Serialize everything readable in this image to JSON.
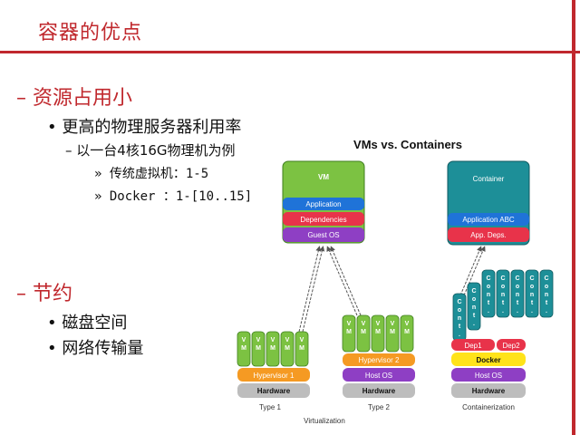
{
  "slide": {
    "title": "容器的优点",
    "bullets": [
      {
        "mark": "–",
        "text": "资源占用小"
      },
      {
        "mark": "•",
        "text": "更高的物理服务器利用率"
      },
      {
        "mark": "–",
        "text": "以一台4核16G物理机为例"
      },
      {
        "mark": "»",
        "text": "传统虚拟机：1-5"
      },
      {
        "mark": "»",
        "text": "Docker ：1-[10..15]"
      },
      {
        "mark": "–",
        "text": "节约"
      },
      {
        "mark": "•",
        "text": "磁盘空间"
      },
      {
        "mark": "•",
        "text": "网络传输量"
      }
    ]
  },
  "diagram": {
    "title": "VMs vs. Containers",
    "vm": {
      "label": "VM",
      "layers": [
        "Application",
        "Dependencies",
        "Guest OS"
      ]
    },
    "container": {
      "label": "Container",
      "layers": [
        "Application ABC",
        "App. Deps."
      ]
    },
    "vm_cell_label": "V\nM",
    "cont_cell_label": "C\no\nn\nt\n.",
    "type1": {
      "hypervisor": "Hypervisor 1",
      "hardware": "Hardware",
      "caption": "Type 1"
    },
    "type2": {
      "hypervisor": "Hypervisor 2",
      "host_os": "Host OS",
      "hardware": "Hardware",
      "caption": "Type 2"
    },
    "containerization": {
      "dep1": "Dep1",
      "dep2": "Dep2",
      "docker": "Docker",
      "host_os": "Host OS",
      "hardware": "Hardware",
      "caption": "Containerization"
    },
    "virtualization_caption": "Virtualization",
    "colors": {
      "green": "#7cc242",
      "green_dark": "#3f7f1f",
      "blue": "#1f73d8",
      "red": "#e8334a",
      "purple": "#8e3fc4",
      "orange": "#f59a23",
      "gray": "#bdbdbd",
      "teal": "#1d8f98",
      "yellow": "#ffe31a",
      "title_red": "#c0282d"
    }
  }
}
